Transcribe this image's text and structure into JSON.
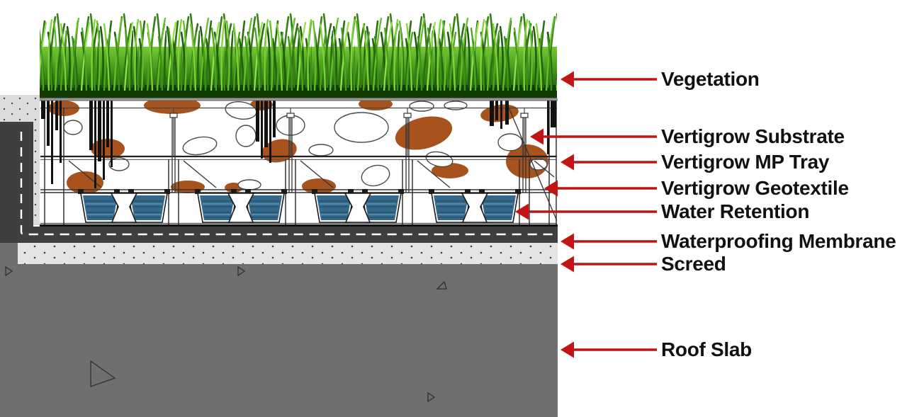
{
  "callouts": [
    {
      "id": "vegetation",
      "label": "Vegetation"
    },
    {
      "id": "substrate",
      "label": "Vertigrow Substrate"
    },
    {
      "id": "mp-tray",
      "label": "Vertigrow MP Tray"
    },
    {
      "id": "geotextile",
      "label": "Vertigrow Geotextile"
    },
    {
      "id": "water-retention",
      "label": "Water Retention"
    },
    {
      "id": "membrane",
      "label": "Waterproofing Membrane"
    },
    {
      "id": "screed",
      "label": "Screed"
    },
    {
      "id": "roof-slab",
      "label": "Roof Slab"
    }
  ],
  "colors": {
    "arrow_red": "#c21315",
    "label_text": "#111111",
    "substrate_brown": "#a8531d",
    "water_blue": "#35698c",
    "membrane_dark": "#3f3f3f",
    "screed_gray": "#e4e4e4",
    "roof_slab_gray": "#6f6f6f",
    "parapet_gray": "#dcdcdc",
    "grass_green": "#54b424"
  }
}
